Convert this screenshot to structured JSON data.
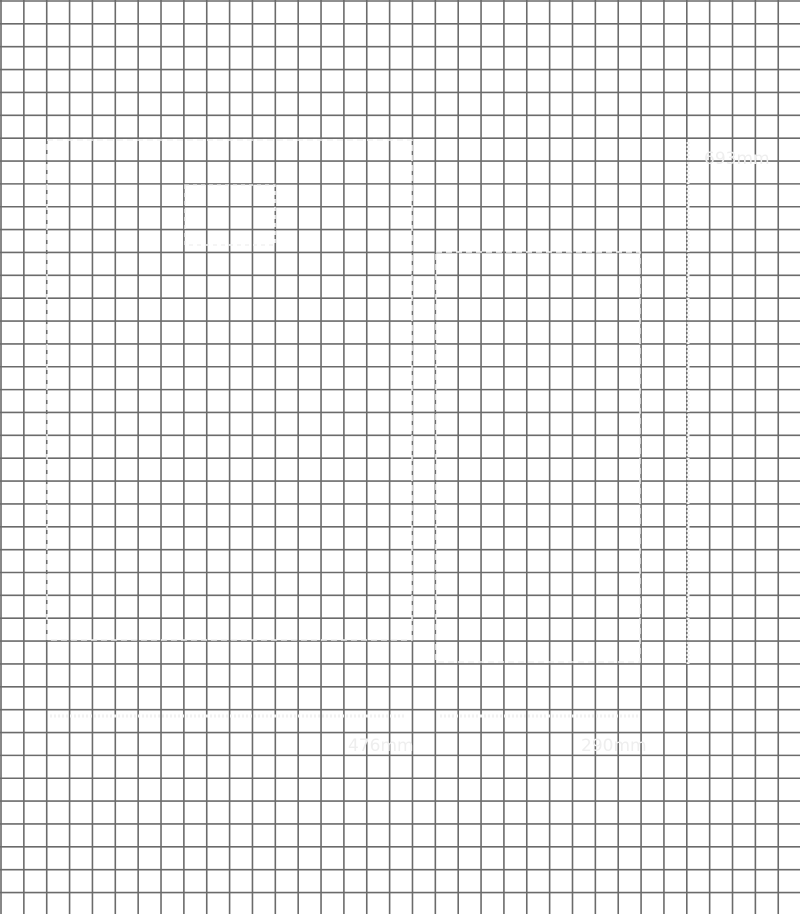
{
  "dimensions": {
    "width_label": "476mm",
    "depth_label": "290mm",
    "height_label": "693mm"
  },
  "colors": {
    "grid": "#6b6b6b",
    "background": "#ffffff",
    "drawing": "#f2f2f2"
  }
}
